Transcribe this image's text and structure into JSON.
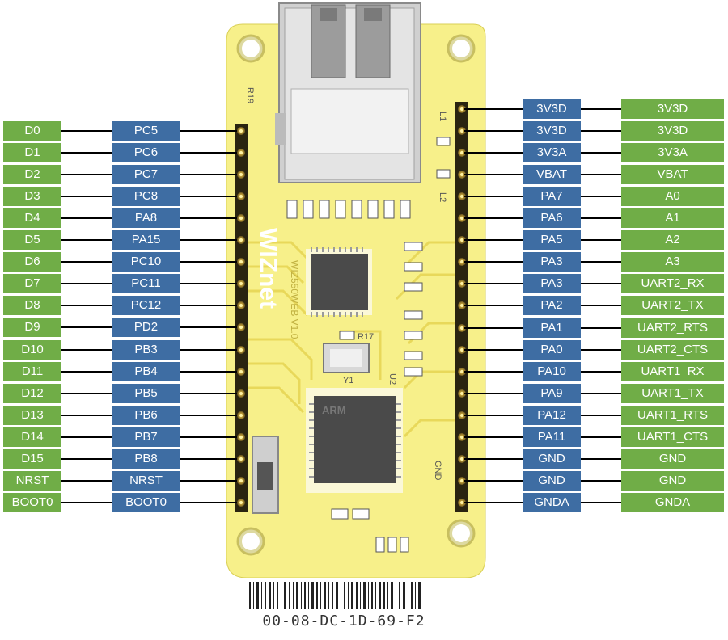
{
  "board": {
    "logo_text": "WIZnet",
    "model_text": "WIZ550WEB V1.0",
    "chip_text": "ARM",
    "mac_label": "00-08-DC-1D-69-F2",
    "silkscreen": {
      "r19": "R19",
      "r17": "R17",
      "y1": "Y1",
      "l1": "L1",
      "l2": "L2",
      "u2": "U2",
      "gnd": "GND"
    }
  },
  "colors": {
    "board_fill": "#f7f08a",
    "mapped_label": "#70ad47",
    "mcu_pin_label": "#3e6da3",
    "wire": "#000000"
  },
  "left_pins": [
    {
      "signal": "D0",
      "mcu": "PC5"
    },
    {
      "signal": "D1",
      "mcu": "PC6"
    },
    {
      "signal": "D2",
      "mcu": "PC7"
    },
    {
      "signal": "D3",
      "mcu": "PC8"
    },
    {
      "signal": "D4",
      "mcu": "PA8"
    },
    {
      "signal": "D5",
      "mcu": "PA15"
    },
    {
      "signal": "D6",
      "mcu": "PC10"
    },
    {
      "signal": "D7",
      "mcu": "PC11"
    },
    {
      "signal": "D8",
      "mcu": "PC12"
    },
    {
      "signal": "D9",
      "mcu": "PD2"
    },
    {
      "signal": "D10",
      "mcu": "PB3"
    },
    {
      "signal": "D11",
      "mcu": "PB4"
    },
    {
      "signal": "D12",
      "mcu": "PB5"
    },
    {
      "signal": "D13",
      "mcu": "PB6"
    },
    {
      "signal": "D14",
      "mcu": "PB7"
    },
    {
      "signal": "D15",
      "mcu": "PB8"
    },
    {
      "signal": "NRST",
      "mcu": "NRST"
    },
    {
      "signal": "BOOT0",
      "mcu": "BOOT0"
    }
  ],
  "right_pins": [
    {
      "mcu": "3V3D",
      "signal": "3V3D"
    },
    {
      "mcu": "3V3D",
      "signal": "3V3D"
    },
    {
      "mcu": "3V3A",
      "signal": "3V3A"
    },
    {
      "mcu": "VBAT",
      "signal": "VBAT"
    },
    {
      "mcu": "PA7",
      "signal": "A0"
    },
    {
      "mcu": "PA6",
      "signal": "A1"
    },
    {
      "mcu": "PA5",
      "signal": "A2"
    },
    {
      "mcu": "PA3",
      "signal": "A3"
    },
    {
      "mcu": "PA3",
      "signal": "UART2_RX"
    },
    {
      "mcu": "PA2",
      "signal": "UART2_TX"
    },
    {
      "mcu": "PA1",
      "signal": "UART2_RTS"
    },
    {
      "mcu": "PA0",
      "signal": "UART2_CTS"
    },
    {
      "mcu": "PA10",
      "signal": "UART1_RX"
    },
    {
      "mcu": "PA9",
      "signal": "UART1_TX"
    },
    {
      "mcu": "PA12",
      "signal": "UART1_RTS"
    },
    {
      "mcu": "PA11",
      "signal": "UART1_CTS"
    },
    {
      "mcu": "GND",
      "signal": "GND"
    },
    {
      "mcu": "GND",
      "signal": "GND"
    },
    {
      "mcu": "GNDA",
      "signal": "GNDA"
    }
  ]
}
